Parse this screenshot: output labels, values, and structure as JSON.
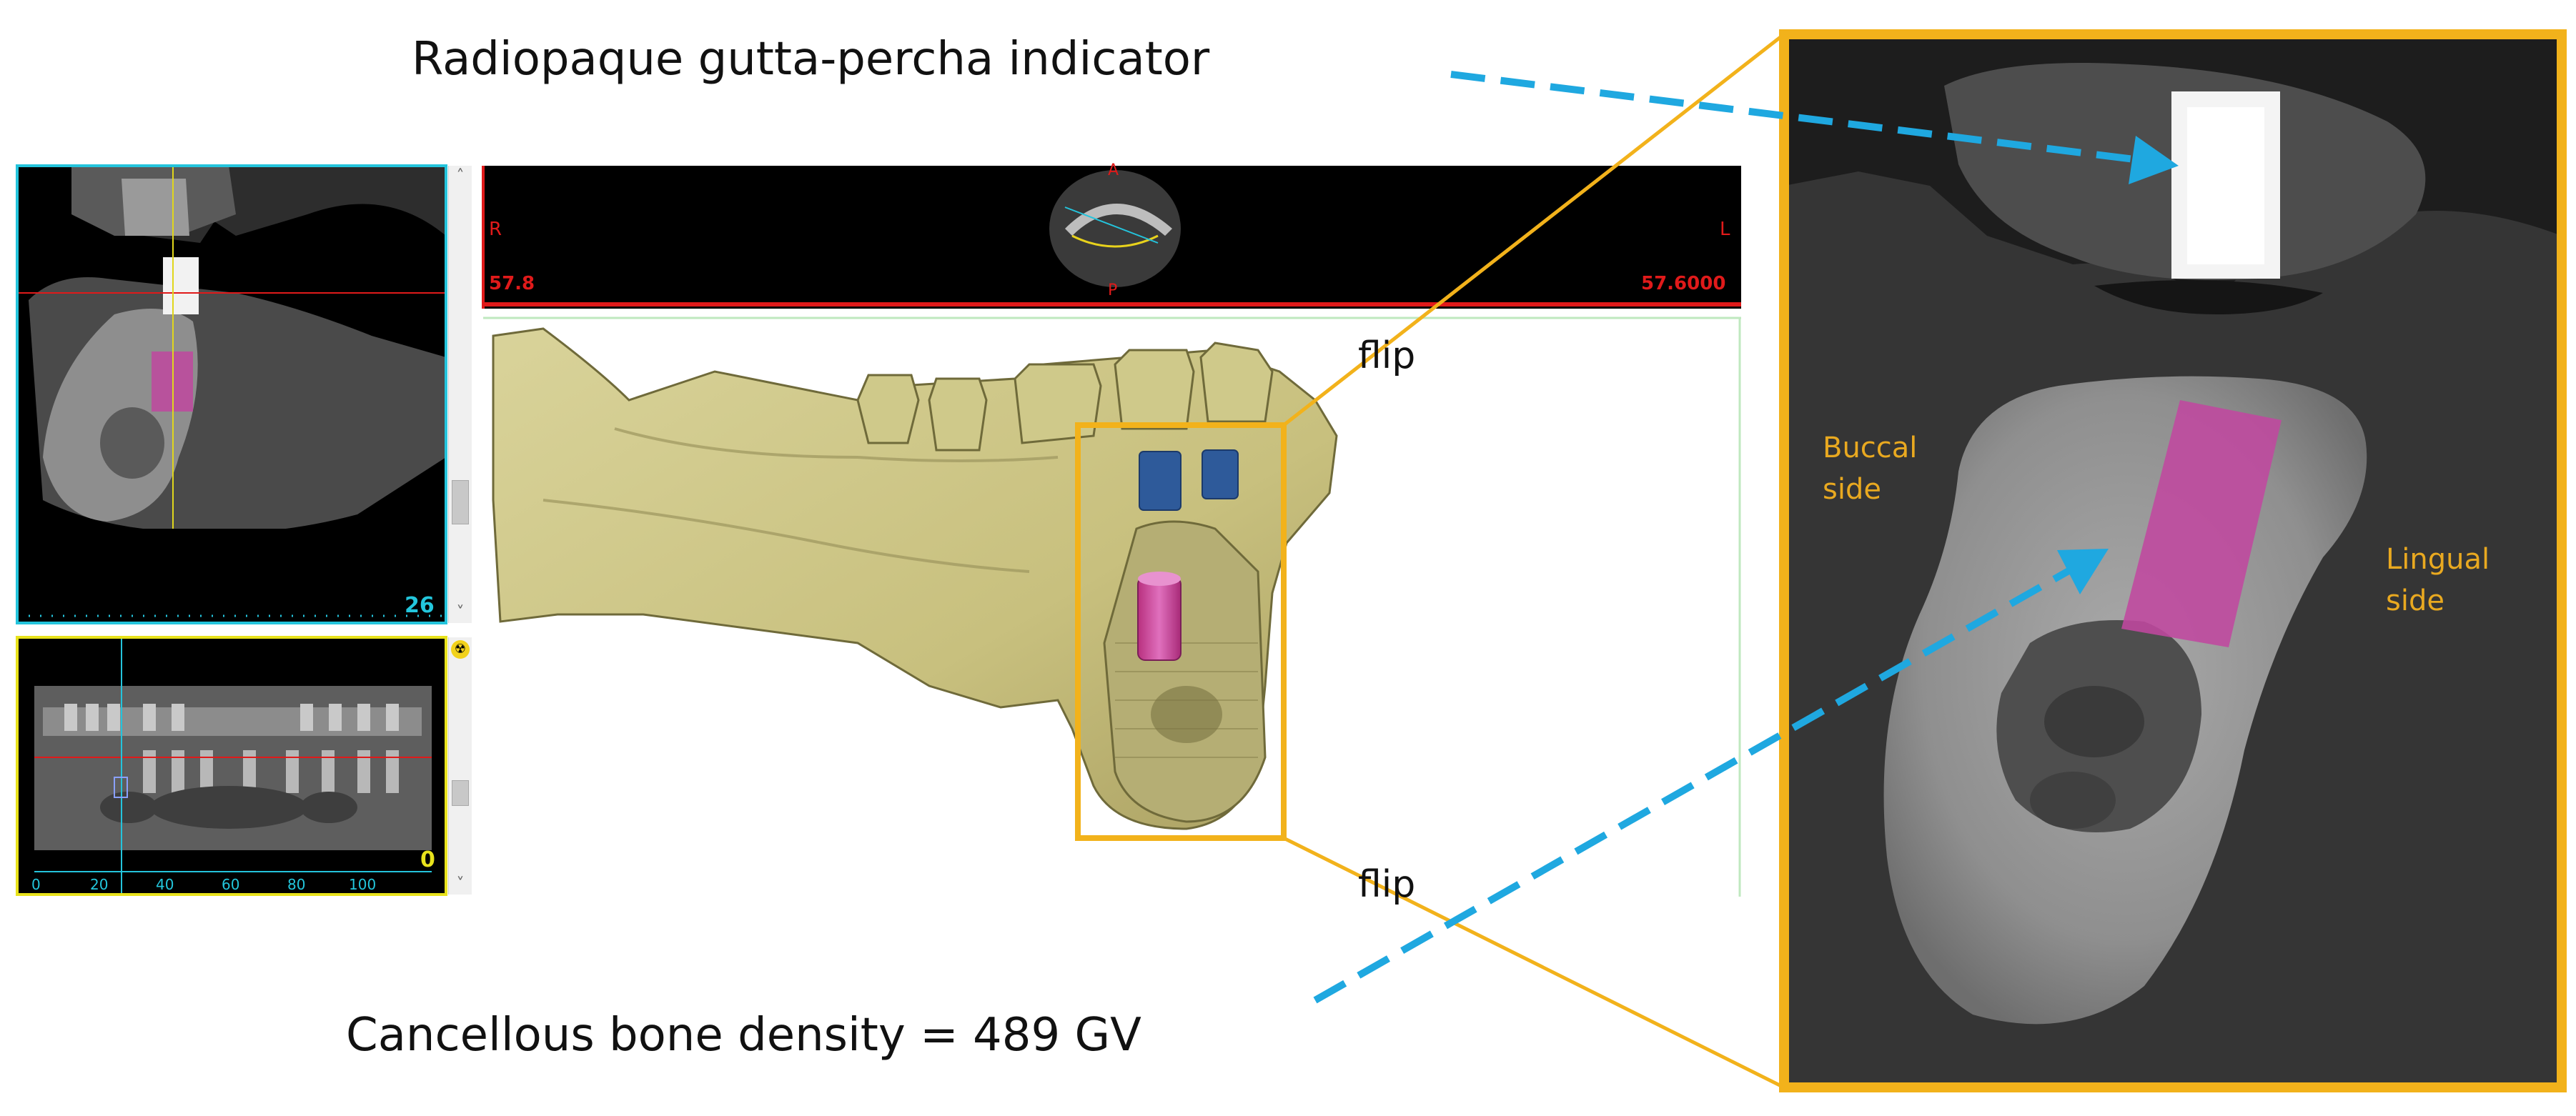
{
  "annotations": {
    "gutta_percha": "Radiopaque gutta-percha indicator",
    "bone_density": "Cancellous bone density = 489 GV",
    "flip_top": "flip",
    "flip_bottom": "flip",
    "buccal_side": "Buccal\nside",
    "lingual_side": "Lingual\nside"
  },
  "sagittal_view": {
    "slice_number": "26"
  },
  "panoramic_view": {
    "slice_number": "0",
    "ruler_ticks": [
      "0",
      "20",
      "40",
      "60",
      "80",
      "100"
    ],
    "warning_icon": "radiation-icon"
  },
  "axial_view": {
    "left_label": "R",
    "right_label": "L",
    "anterior_label": "A",
    "posterior_label": "P",
    "left_value": "57.8",
    "right_value": "57.6000"
  },
  "colors": {
    "highlight_orange": "#f2b21b",
    "arrow_blue": "#1fa8e0",
    "roi_magenta": "#c0489f",
    "bone_yellow": "#cfc98a",
    "sagittal_border": "#24c4dc",
    "panoramic_border": "#e8e21c",
    "axial_red": "#e01a1a"
  }
}
